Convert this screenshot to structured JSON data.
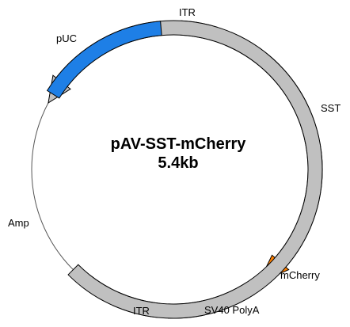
{
  "plasmid": {
    "name": "pAV-SST-mCherry",
    "size": "5.4kb"
  },
  "colors": {
    "backbone": "#555555",
    "itr": "#ff0000",
    "sst": "#ff8000",
    "mcherry": "#ff0000",
    "sv40": "#800040",
    "amp": "#c0c0c0",
    "puc": "#1e7fe6",
    "outline": "#000000"
  },
  "features": [
    {
      "id": "itr-top",
      "label": "ITR",
      "color": "#ff0000"
    },
    {
      "id": "sst",
      "label": "SST",
      "color": "#ff8000"
    },
    {
      "id": "mcherry",
      "label": "mCherry",
      "color": "#ff0000"
    },
    {
      "id": "sv40",
      "label": "SV40 PolyA",
      "color": "#800040"
    },
    {
      "id": "itr-bottom",
      "label": "ITR",
      "color": "#ff0000"
    },
    {
      "id": "amp",
      "label": "Amp",
      "color": "#c0c0c0"
    },
    {
      "id": "puc",
      "label": "pUC",
      "color": "#1e7fe6"
    }
  ]
}
